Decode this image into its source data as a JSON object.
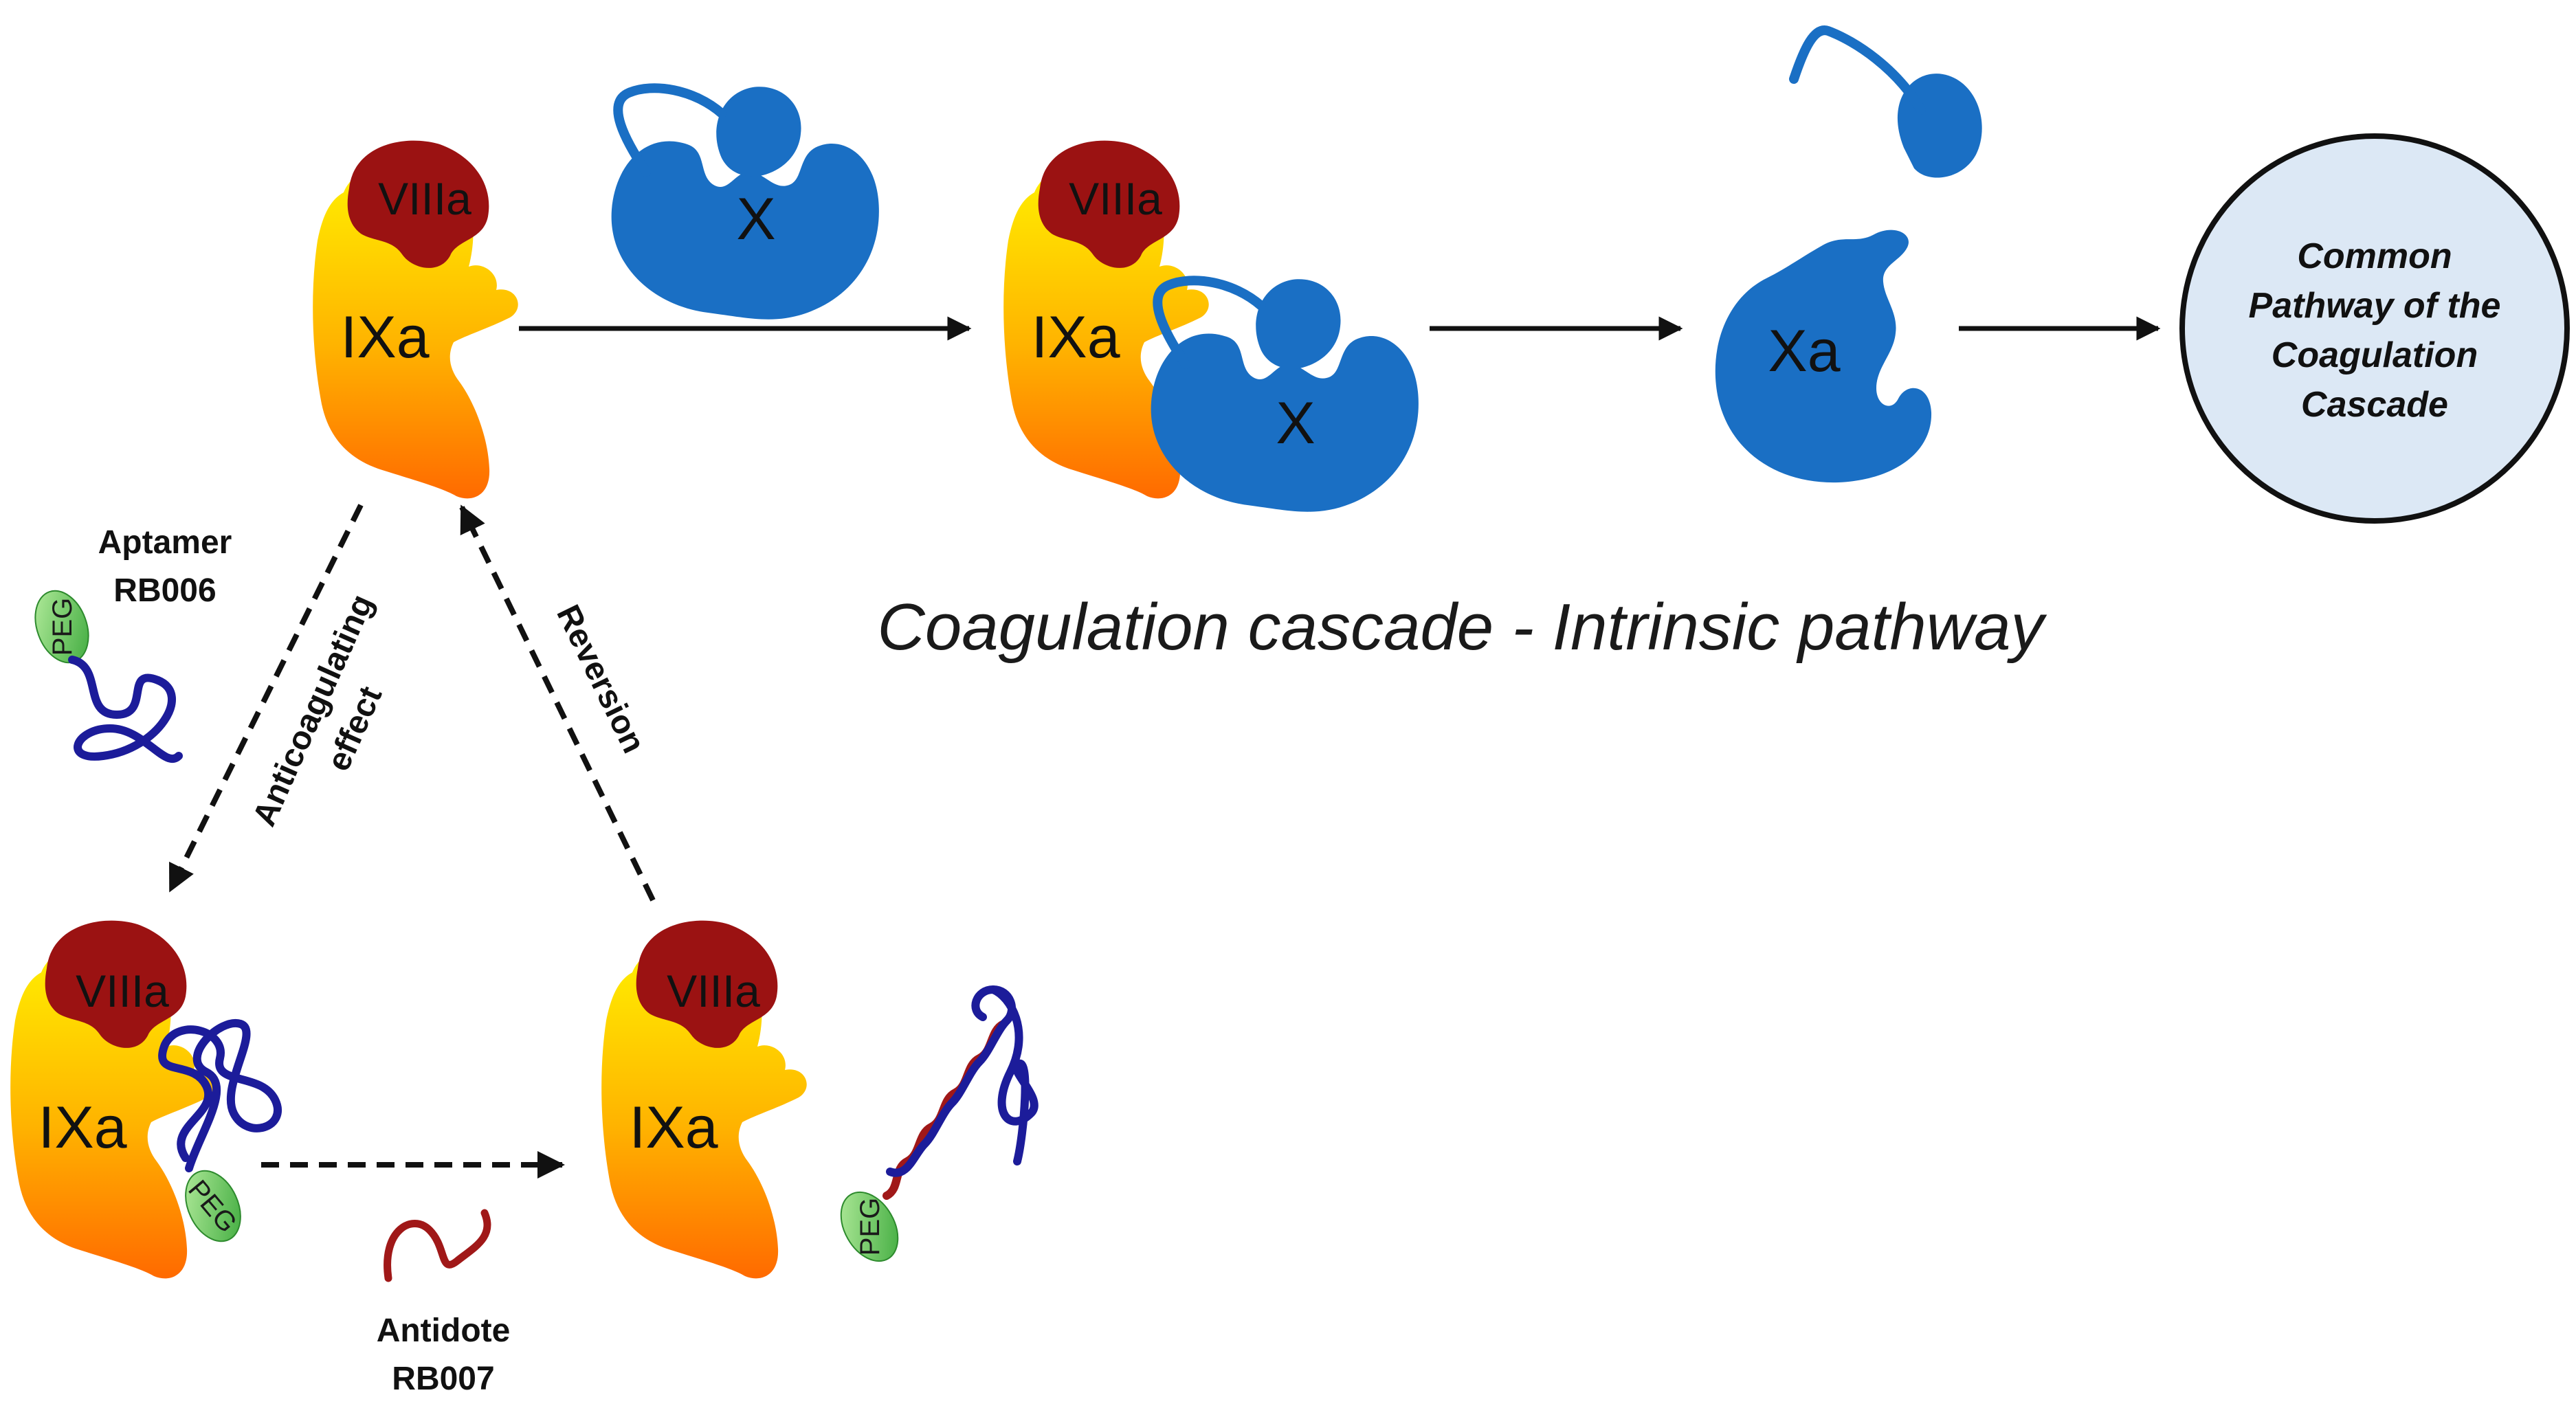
{
  "title": "Coagulation cascade - Intrinsic pathway",
  "labels": {
    "ixa": "IXa",
    "viiia": "VIIIa",
    "factor_x": "X",
    "factor_xa": "Xa",
    "peg": "PEG"
  },
  "common_pathway": [
    "Common",
    "Pathway of the",
    "Coagulation",
    "Cascade"
  ],
  "aptamer": [
    "Aptamer",
    "RB006"
  ],
  "antidote": [
    "Antidote",
    "RB007"
  ],
  "arrows": {
    "anticoagulating": [
      "Anticoagulating",
      "effect"
    ],
    "reversion": "Reversion"
  },
  "colors": {
    "factor_blue": "#1a6fc4",
    "viiia_red": "#9b1212",
    "ixa_yellow": "#ffe600",
    "ixa_orange": "#ff7a00",
    "aptamer_blue": "#1c1c9a",
    "antidote_red": "#a01818",
    "peg_green": "#4cb848",
    "circle_fill": "#dce8f5"
  }
}
